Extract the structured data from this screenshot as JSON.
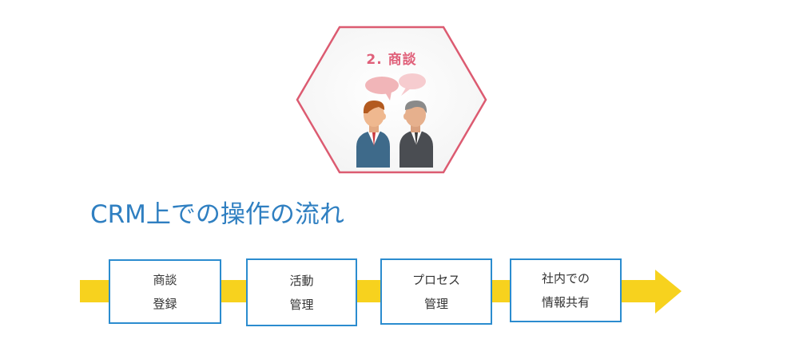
{
  "hexagon": {
    "title": "2. 商談"
  },
  "flow": {
    "title": "CRM上での操作の流れ",
    "steps": [
      {
        "line1": "商談",
        "line2": "登録"
      },
      {
        "line1": "活動",
        "line2": "管理"
      },
      {
        "line1": "プロセス",
        "line2": "管理"
      },
      {
        "line1": "社内での",
        "line2": "情報共有"
      }
    ]
  },
  "colors": {
    "hexagon_border": "#dc5b71",
    "hexagon_title": "#e0607a",
    "title_blue": "#2f7fc1",
    "step_border": "#2b8ccf",
    "arrow_yellow": "#f7d21e"
  }
}
